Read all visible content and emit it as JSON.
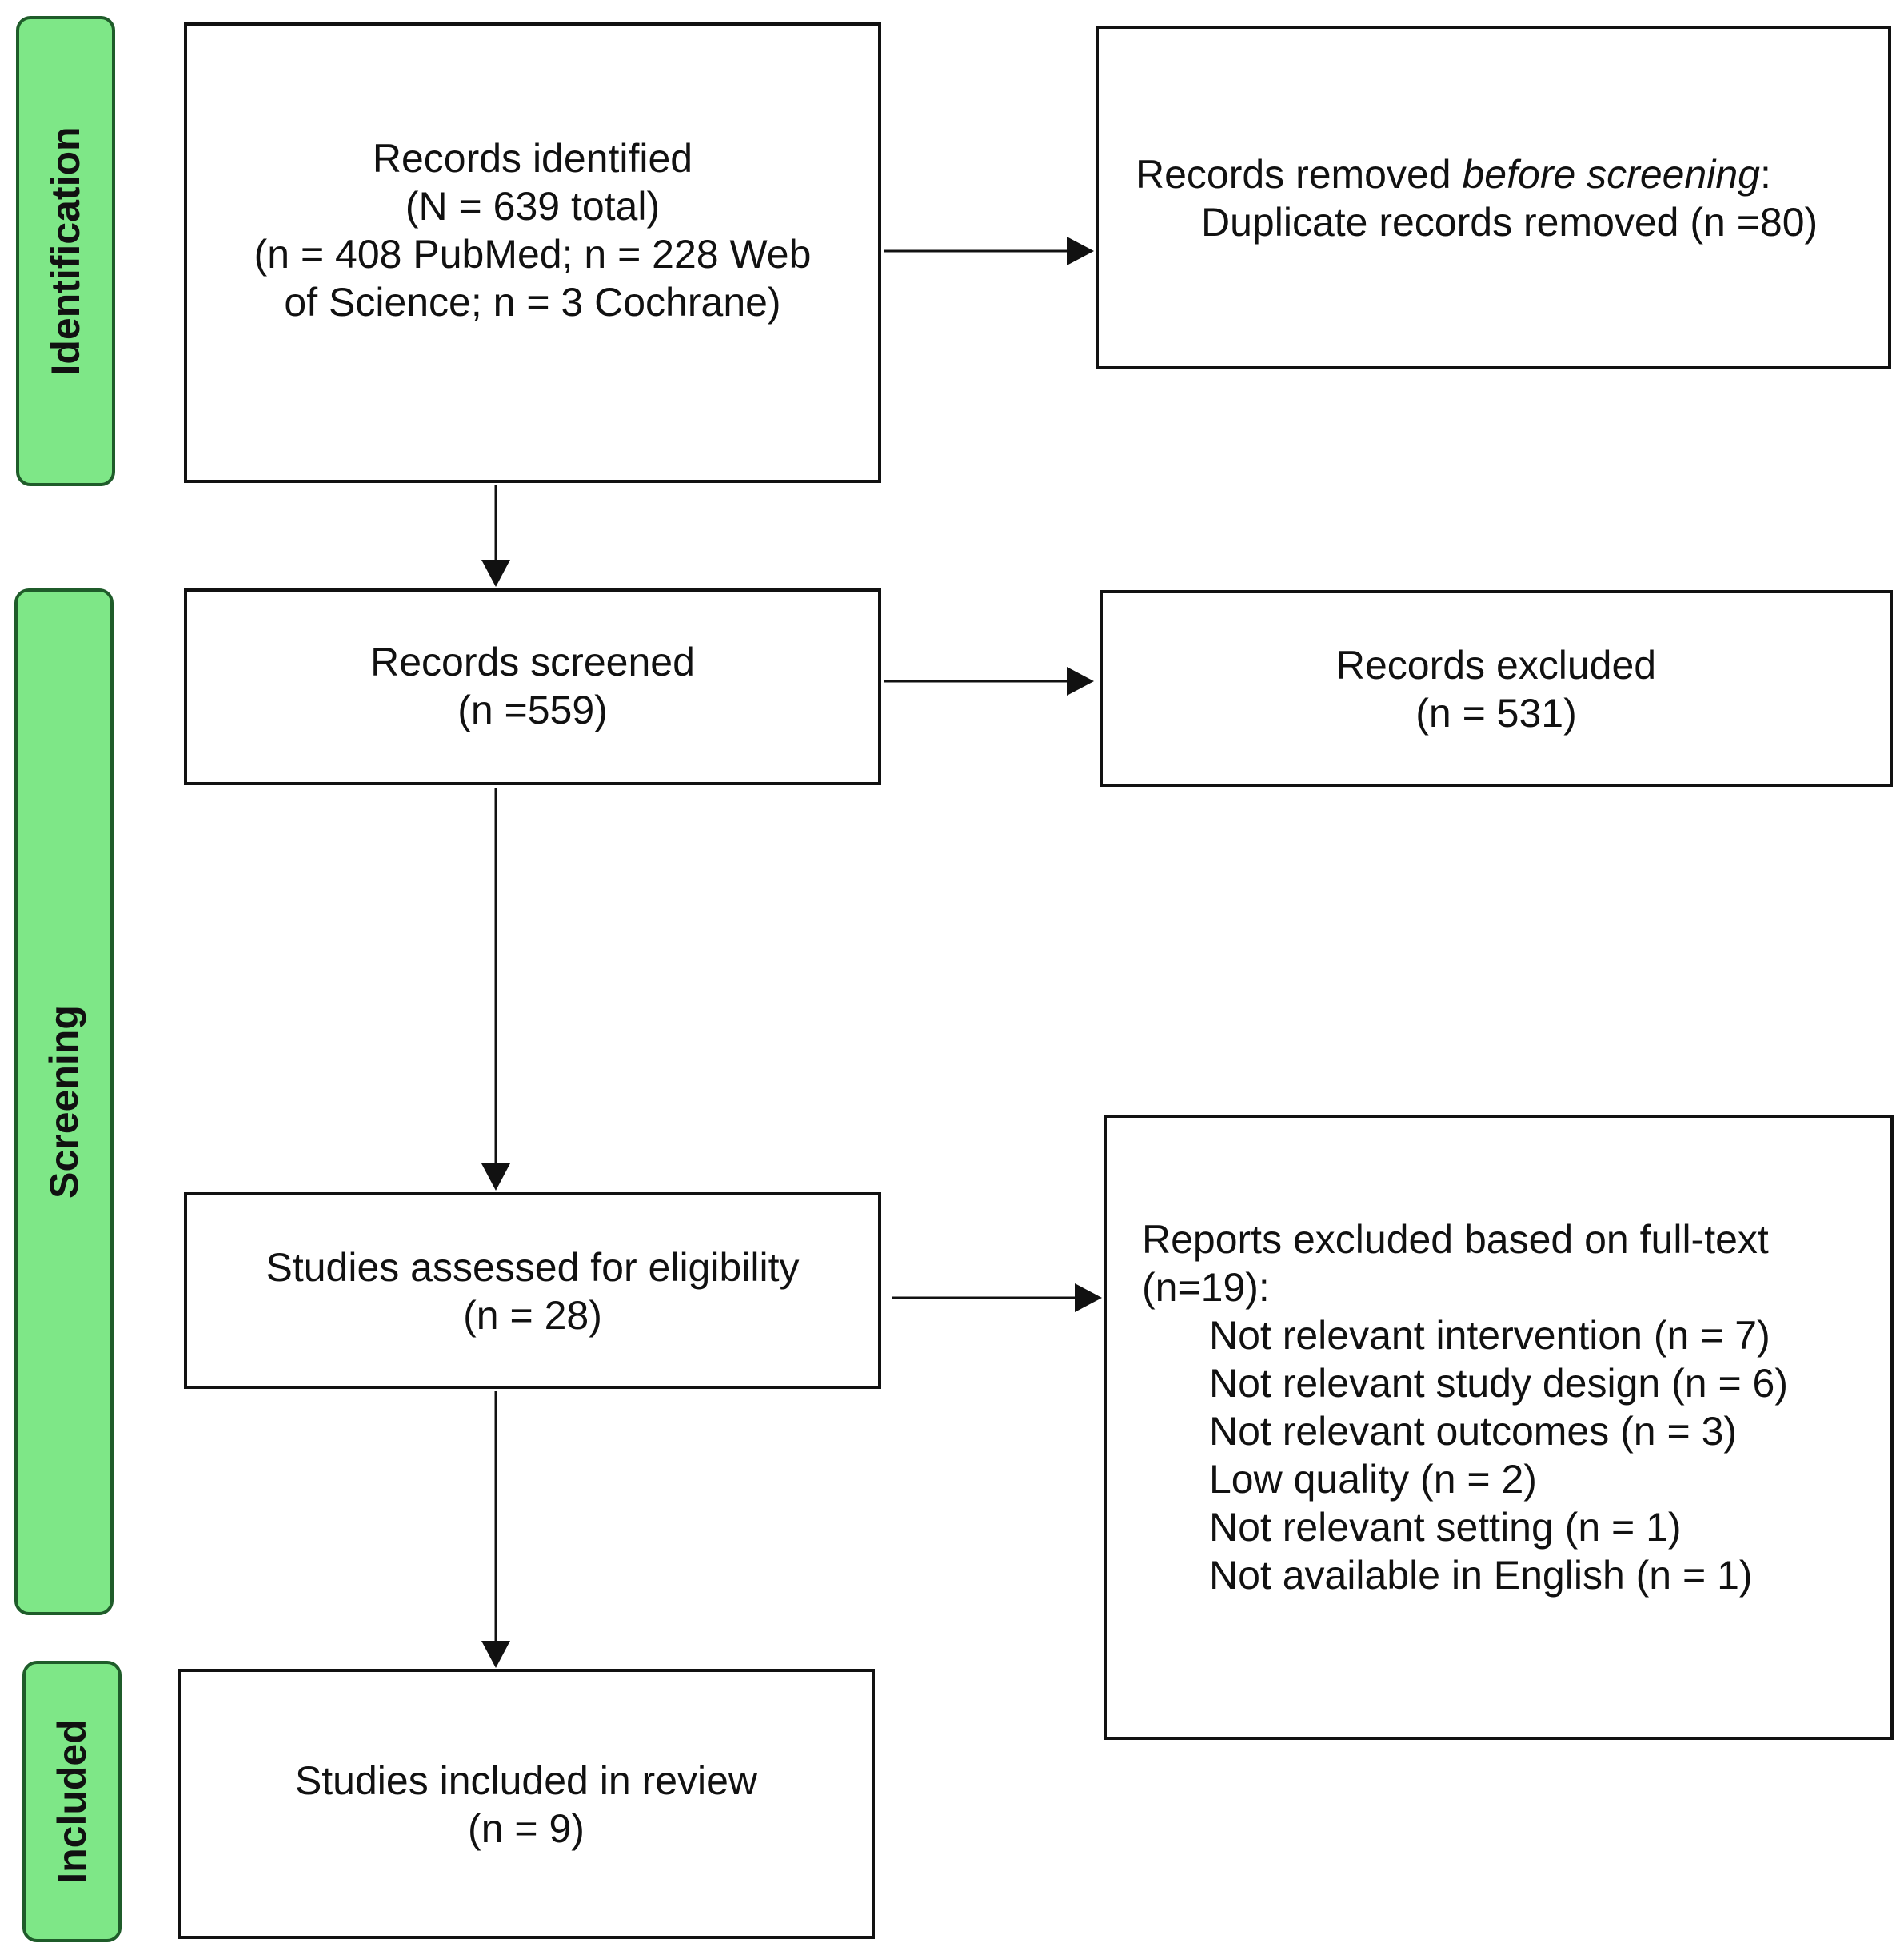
{
  "phases": {
    "identification": "Identification",
    "screening": "Screening",
    "included": "Included"
  },
  "boxes": {
    "records_identified": {
      "line1": "Records identified",
      "line2": "(N = 639 total)",
      "line3": "(n = 408 PubMed; n = 228 Web",
      "line4": "of Science; n = 3 Cochrane)"
    },
    "records_removed": {
      "label_prefix": "Records removed ",
      "label_emphasis": "before screening",
      "label_suffix": ":",
      "detail": "Duplicate records removed (n =80)"
    },
    "records_screened": {
      "line1": "Records screened",
      "line2": "(n =559)"
    },
    "records_excluded": {
      "line1": "Records excluded",
      "line2": "(n = 531)"
    },
    "studies_assessed": {
      "line1": "Studies assessed for eligibility",
      "line2": "(n = 28)"
    },
    "reports_excluded": {
      "title": "Reports excluded based on full-text",
      "count": "(n=19):",
      "reasons": [
        "Not relevant intervention (n = 7)",
        "Not relevant study design (n = 6)",
        "Not relevant outcomes (n = 3)",
        "Low quality (n = 2)",
        "Not relevant setting (n = 1)",
        "Not available in English (n = 1)"
      ]
    },
    "studies_included": {
      "line1": "Studies included in review",
      "line2": "(n = 9)"
    }
  },
  "colors": {
    "phase_fill": "#7ee787",
    "phase_border": "#1f5c2a",
    "box_border": "#111111"
  }
}
